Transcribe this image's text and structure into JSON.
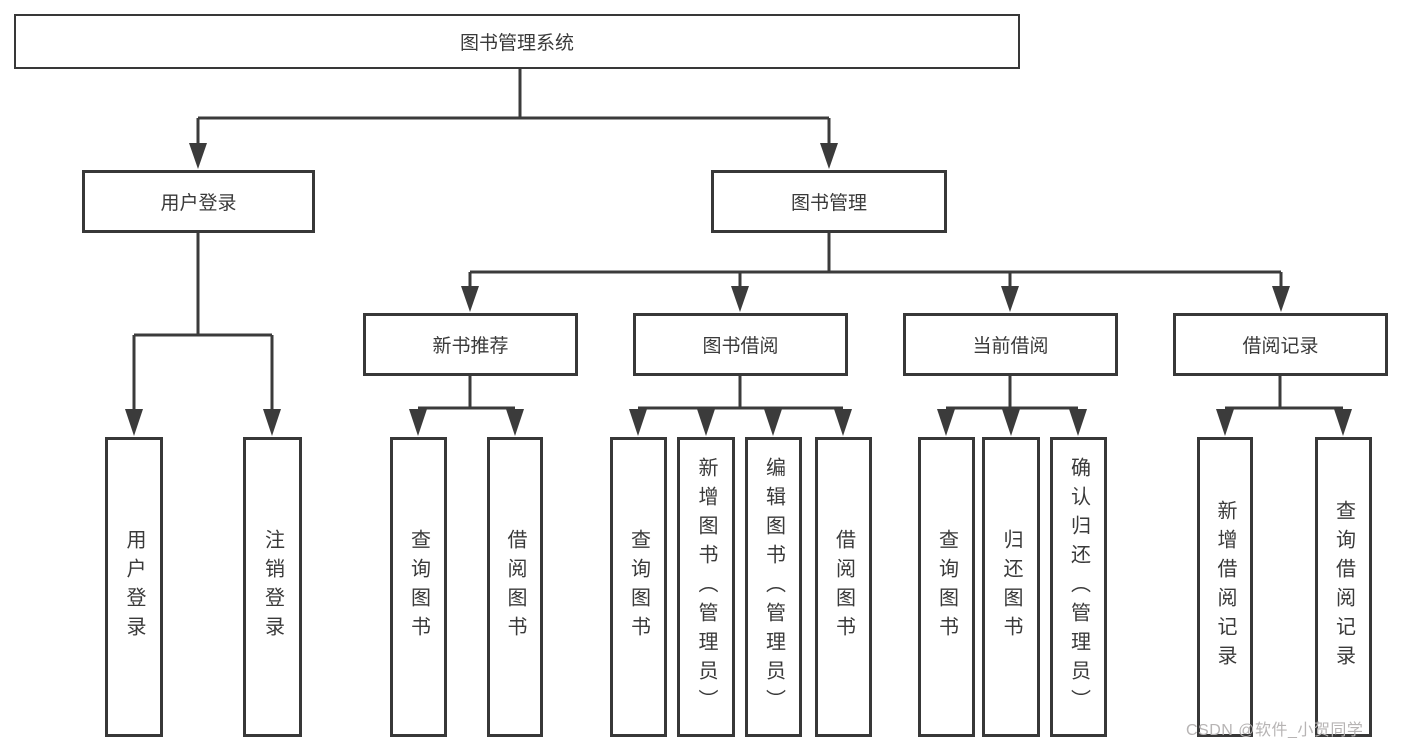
{
  "tree": {
    "label": "图书管理系统",
    "children": [
      {
        "label": "用户登录",
        "children": [
          {
            "label": "用户登录"
          },
          {
            "label": "注销登录"
          }
        ]
      },
      {
        "label": "图书管理",
        "children": [
          {
            "label": "新书推荐",
            "children": [
              {
                "label": "查询图书"
              },
              {
                "label": "借阅图书"
              }
            ]
          },
          {
            "label": "图书借阅",
            "children": [
              {
                "label": "查询图书"
              },
              {
                "label": "新增图书（管理员）"
              },
              {
                "label": "编辑图书（管理员）"
              },
              {
                "label": "借阅图书"
              }
            ]
          },
          {
            "label": "当前借阅",
            "children": [
              {
                "label": "查询图书"
              },
              {
                "label": "归还图书"
              },
              {
                "label": "确认归还（管理员）"
              }
            ]
          },
          {
            "label": "借阅记录",
            "children": [
              {
                "label": "新增借阅记录"
              },
              {
                "label": "查询借阅记录"
              }
            ]
          }
        ]
      }
    ]
  },
  "watermark": "CSDN @软件_小贺同学",
  "colors": {
    "line": "#3b3b3b",
    "text": "#3a3a3a",
    "watermark": "#b7b4b4",
    "background": "#ffffff"
  }
}
